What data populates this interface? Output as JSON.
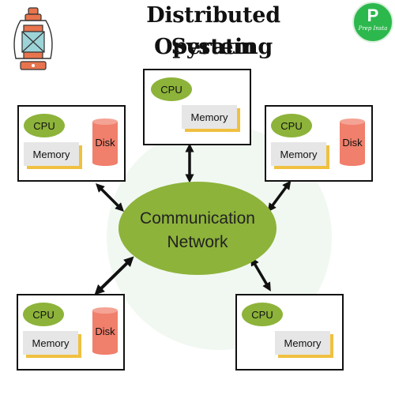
{
  "title_line1": "Distributed Operating",
  "title_line2": "System",
  "logo": {
    "letter": "P",
    "script": "Prep Insta"
  },
  "network": {
    "line1": "Communication",
    "line2": "Network"
  },
  "nodes": [
    {
      "id": "top",
      "cpu": "CPU",
      "memory": "Memory"
    },
    {
      "id": "upper-left",
      "cpu": "CPU",
      "memory": "Memory",
      "disk": "Disk"
    },
    {
      "id": "upper-right",
      "cpu": "CPU",
      "memory": "Memory",
      "disk": "Disk"
    },
    {
      "id": "lower-left",
      "cpu": "CPU",
      "memory": "Memory",
      "disk": "Disk"
    },
    {
      "id": "lower-right",
      "cpu": "CPU",
      "memory": "Memory"
    }
  ],
  "colors": {
    "green": "#8db33a",
    "disk": "#f07f6b",
    "memory_shadow": "#f0c040",
    "lantern": "#e8744e"
  }
}
